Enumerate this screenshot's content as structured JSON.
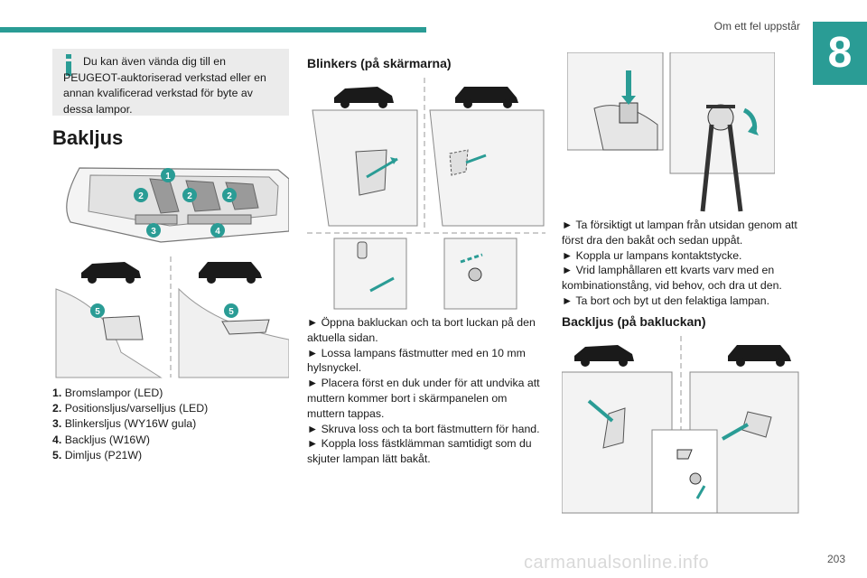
{
  "header": {
    "section_title": "Om ett fel uppstår",
    "chapter_number": "8",
    "accent_color": "#2a9c95"
  },
  "info_box": {
    "text": "Du kan även vända dig till en PEUGEOT-auktoriserad verkstad eller en annan kvalificerad verkstad för byte av dessa lampor.",
    "icon": "info-icon"
  },
  "bakljus": {
    "title": "Bakljus",
    "callouts": [
      "1",
      "2",
      "2",
      "2",
      "3",
      "4",
      "5",
      "5"
    ],
    "legend": [
      {
        "num": "1.",
        "text": "Bromslampor (LED)"
      },
      {
        "num": "2.",
        "text": "Positionsljus/varselljus (LED)"
      },
      {
        "num": "3.",
        "text": "Blinkersljus (WY16W gula)"
      },
      {
        "num": "4.",
        "text": "Backljus (W16W)"
      },
      {
        "num": "5.",
        "text": "Dimljus (P21W)"
      }
    ]
  },
  "blinkers": {
    "title": "Blinkers (på skärmarna)",
    "steps": [
      "► Öppna bakluckan och ta bort luckan på den aktuella sidan.",
      "► Lossa lampans fästmutter med en 10 mm hylsnyckel.",
      "► Placera först en duk under för att undvika att muttern kommer bort i skärmpanelen om muttern tappas.",
      "► Skruva loss och ta bort fästmuttern för hand.",
      "► Koppla loss fästklämman samtidigt som du skjuter lampan lätt bakåt."
    ]
  },
  "lamp_steps": [
    "► Ta försiktigt ut lampan från utsidan genom att först dra den bakåt och sedan uppåt.",
    "► Koppla ur lampans kontaktstycke.",
    "► Vrid lamphållaren ett kvarts varv med en kombinationstång, vid behov, och dra ut den.",
    "► Ta bort och byt ut den felaktiga lampan."
  ],
  "backljus": {
    "title": "Backljus (på bakluckan)"
  },
  "footer": {
    "page_number": "203",
    "watermark": "carmanualsonline.info"
  }
}
